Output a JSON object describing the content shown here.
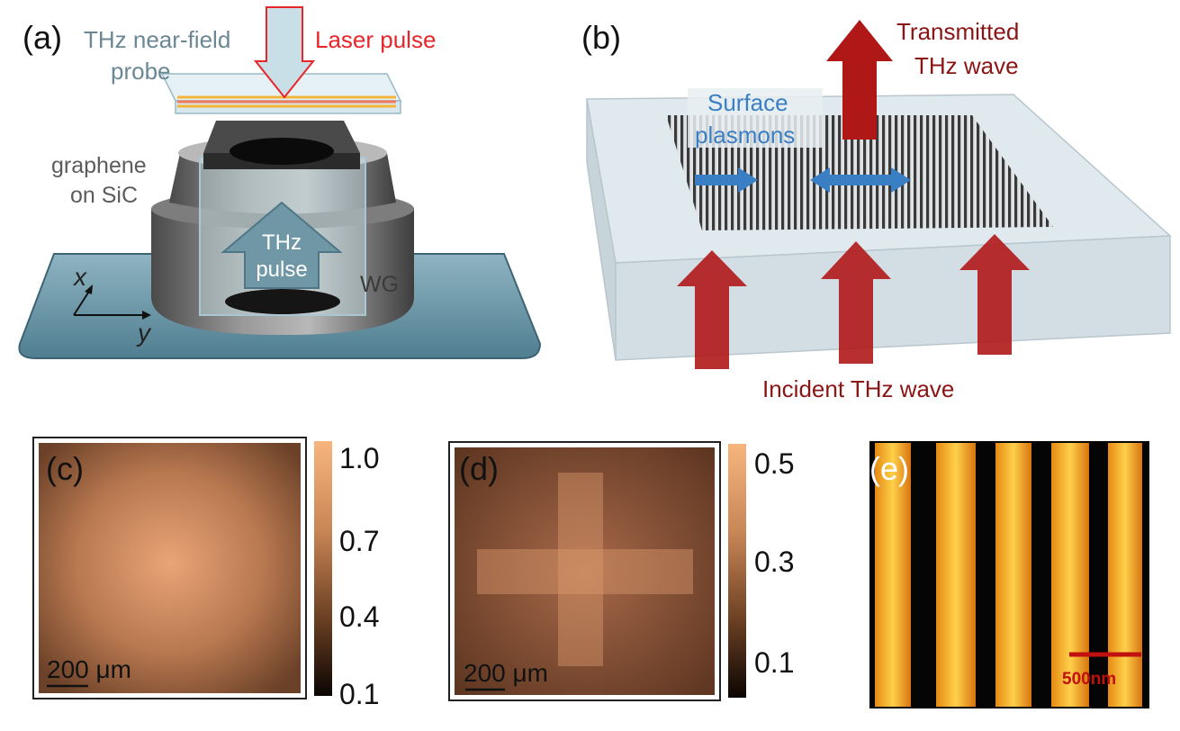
{
  "panels": {
    "a": {
      "letter": "(a)",
      "probe_label_line1": "THz near-field",
      "probe_label_line2": "probe",
      "laser_label": "Laser pulse",
      "graphene_line1": "graphene",
      "graphene_line2": "on SiC",
      "pulse_line1": "THz",
      "pulse_line2": "pulse",
      "wg_label": "WG",
      "axis_x": "x",
      "axis_y": "y"
    },
    "b": {
      "letter": "(b)",
      "transmitted_line1": "Transmitted",
      "transmitted_line2": "THz wave",
      "surface_line1": "Surface",
      "surface_line2": "plasmons",
      "incident_label": "Incident THz wave"
    },
    "c": {
      "letter": "(c)",
      "scale_bar": "200 μm",
      "colorbar_ticks": [
        "1.0",
        "0.7",
        "0.4",
        "0.1"
      ]
    },
    "d": {
      "letter": "(d)",
      "scale_bar": "200 μm",
      "colorbar_ticks": [
        "0.5",
        "0.3",
        "0.1"
      ]
    },
    "e": {
      "letter": "(e)",
      "scale_bar": "500nm"
    }
  },
  "colors": {
    "colormap_top": "#f7b57d",
    "colormap_bottom": "#0b0502",
    "arrow_red": "#b01818",
    "arrow_blue": "#3a7ec4",
    "substrate": "#5b8a9c"
  }
}
